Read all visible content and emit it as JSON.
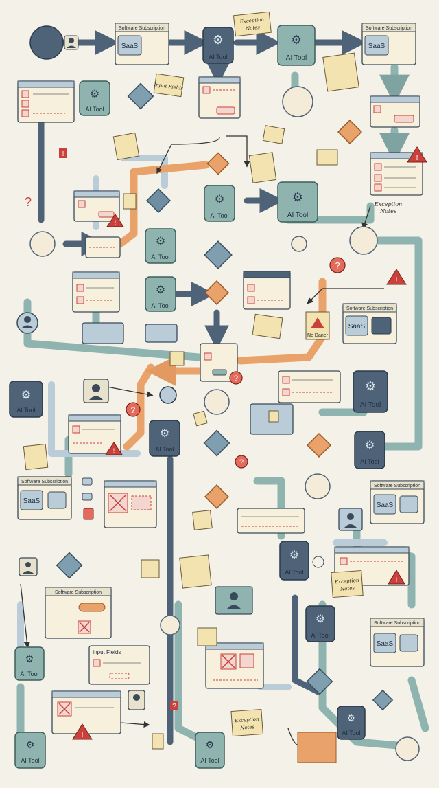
{
  "labels": {
    "software_subscription": "Software Subscription",
    "saas": "SaaS",
    "ai_tool": "AI Tool",
    "input_fields": "Input Fields",
    "exception_notes": "Exception Notes",
    "exception_notes_line1": "Exception",
    "exception_notes_line2": "Notes",
    "ne_daner": "Ne Daner",
    "question": "?",
    "exclaim": "!"
  },
  "colors": {
    "background": "#f4f1e8",
    "slate": "#4f6378",
    "teal": "#8fb4b0",
    "light_blue": "#b9ccd8",
    "orange": "#e9a26a",
    "red": "#c9413a",
    "cream": "#f7f0dc",
    "sticky": "#f3e3b0",
    "ink": "#1f2d3d"
  }
}
